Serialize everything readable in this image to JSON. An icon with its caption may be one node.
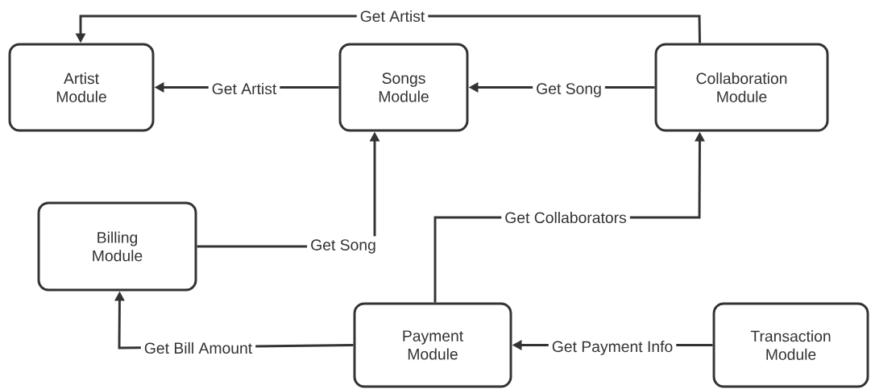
{
  "diagram": {
    "nodes": [
      {
        "text": [
          "Artist Module"
        ]
      },
      {
        "text": [
          "Songs Module"
        ]
      },
      {
        "text": [
          "Collaboration Module"
        ]
      },
      {
        "text": [
          "Billing Module"
        ]
      },
      {
        "text": [
          "Payment Module"
        ]
      },
      {
        "text": [
          "Transaction Module"
        ]
      }
    ],
    "edges": [
      {
        "from": 2,
        "to": 0,
        "arrow": "to",
        "label": "Get Artist"
      },
      {
        "from": 1,
        "to": 0,
        "arrow": "to",
        "label": "Get Artist"
      },
      {
        "from": 2,
        "to": 1,
        "arrow": "to",
        "label": "Get Song"
      },
      {
        "from": 3,
        "to": 1,
        "arrow": "to",
        "label": "Get Song"
      },
      {
        "from": 4,
        "to": 2,
        "arrow": "to",
        "label": "Get Collaborators"
      },
      {
        "from": 4,
        "to": 3,
        "arrow": "to",
        "label": "Get Bill Amount"
      },
      {
        "from": 5,
        "to": 4,
        "arrow": "to",
        "label": "Get Payment Info"
      }
    ]
  }
}
